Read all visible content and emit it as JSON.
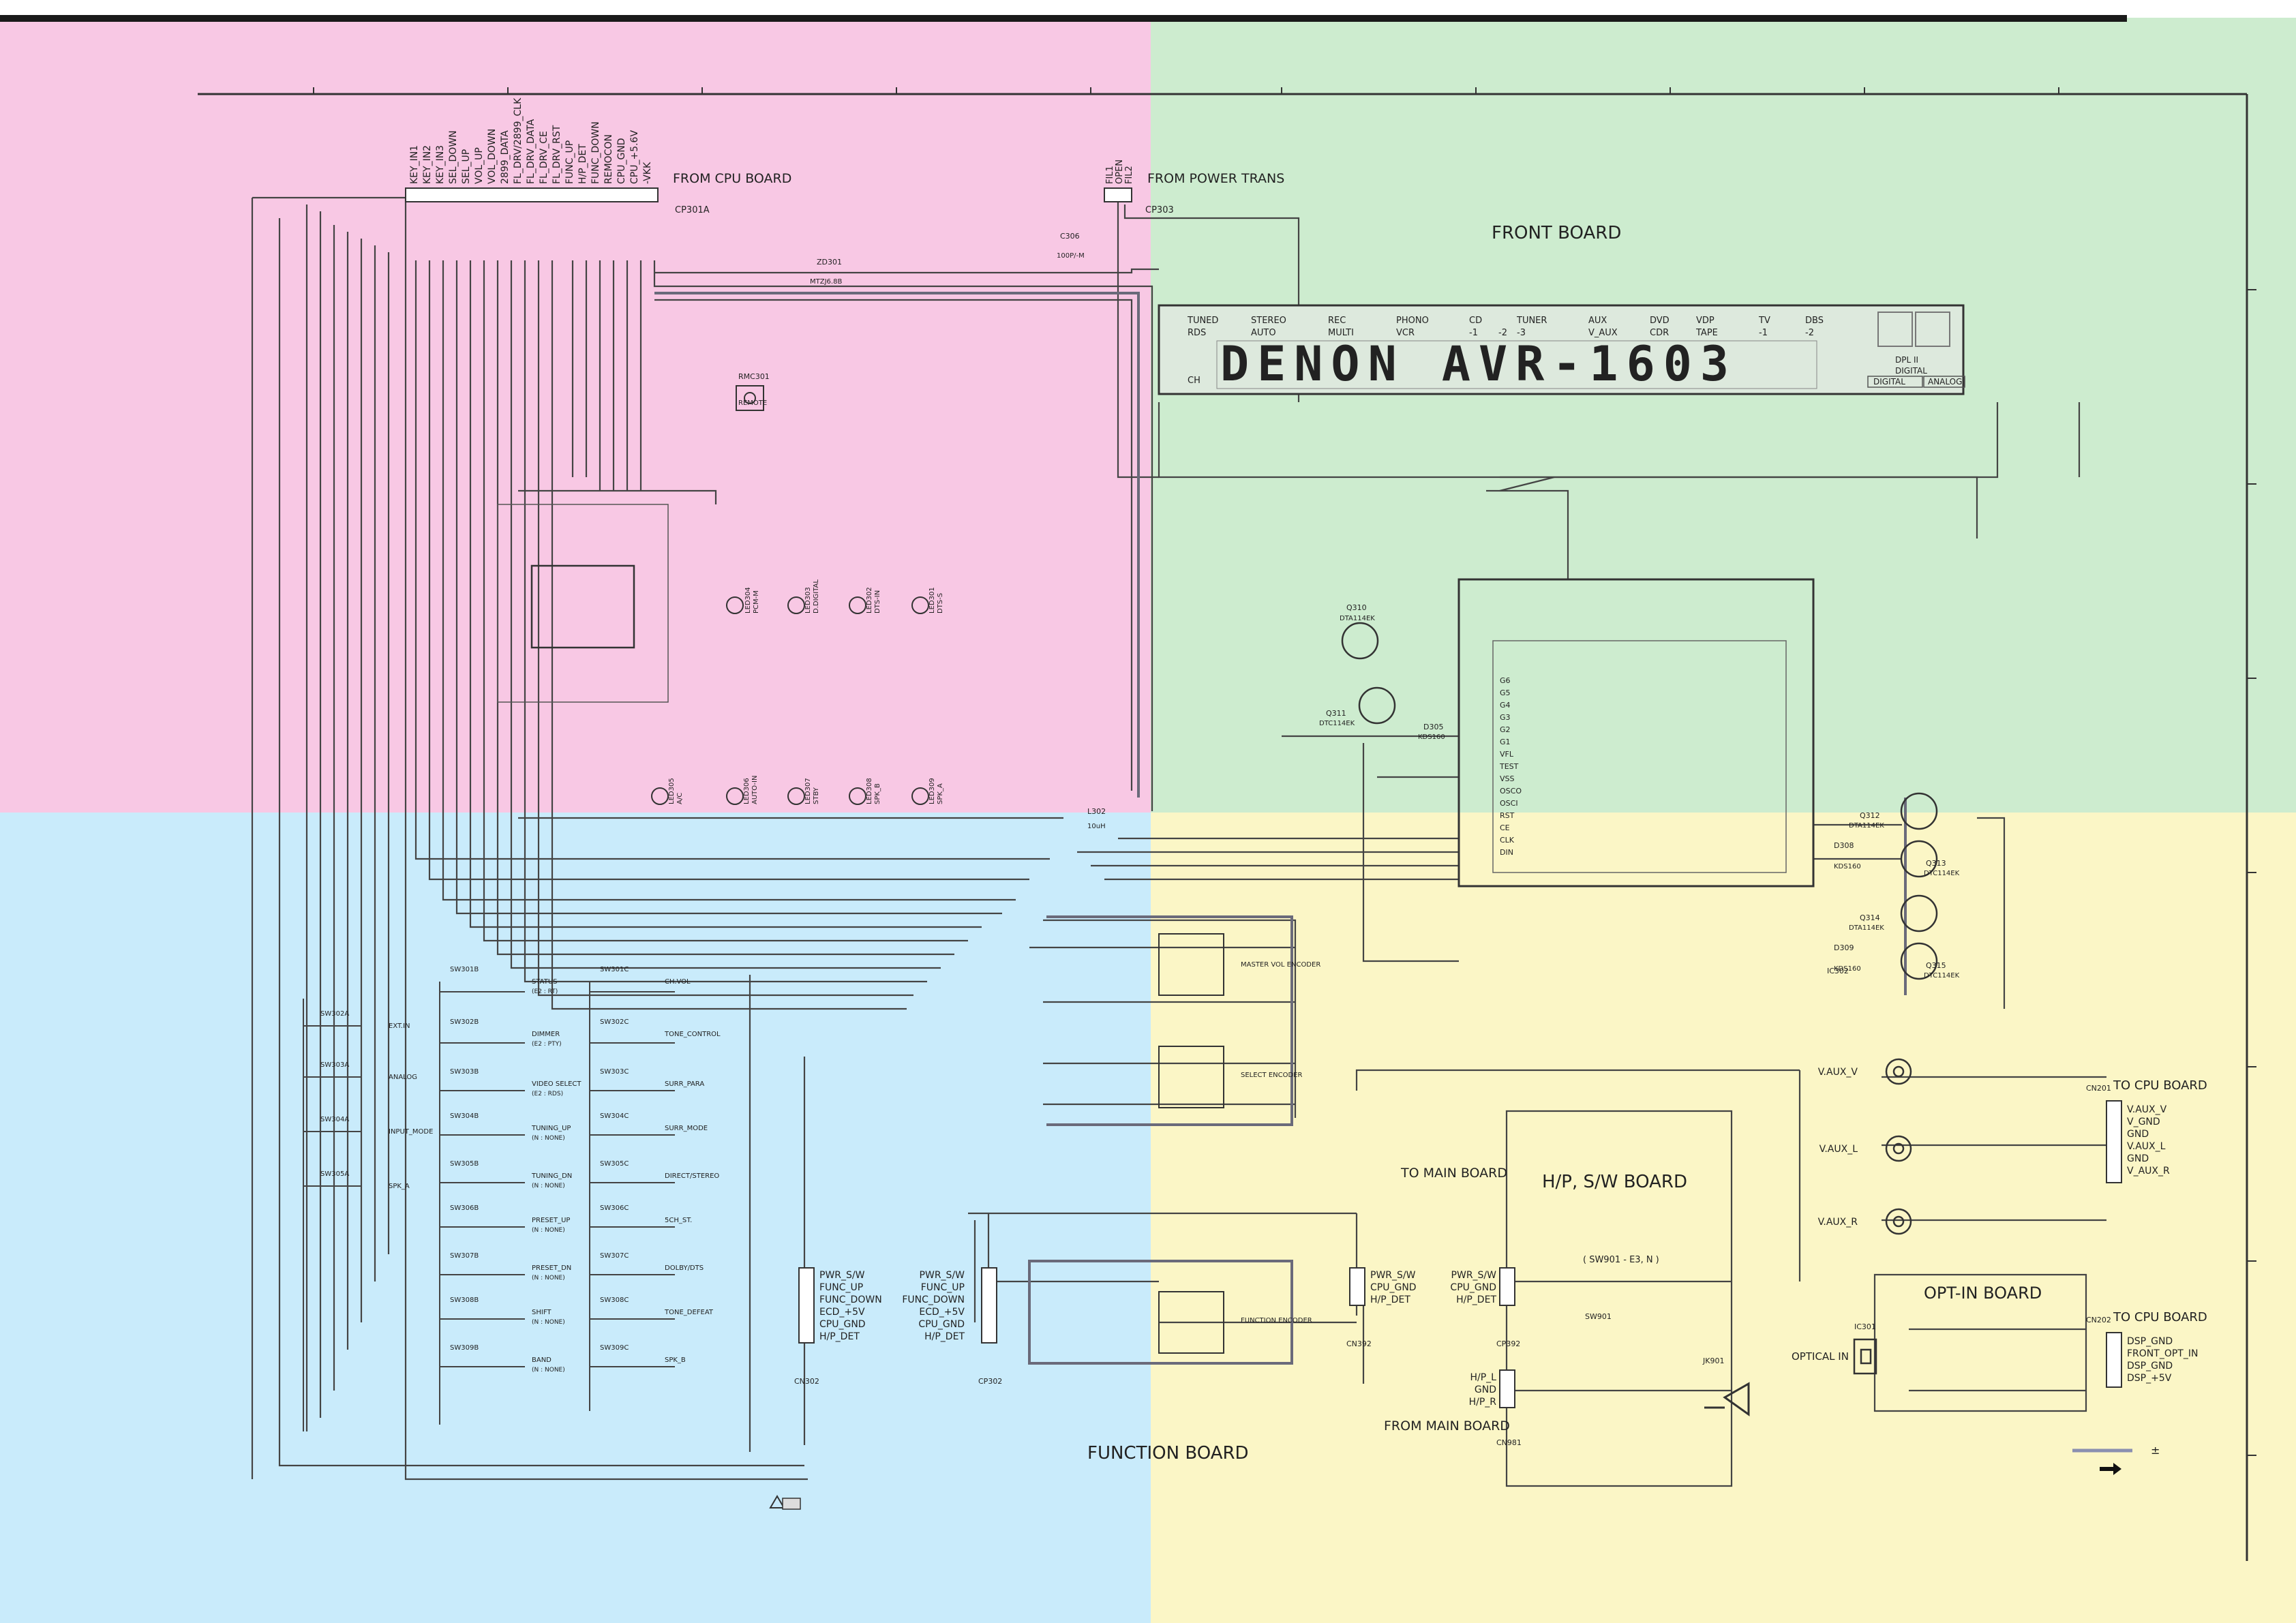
{
  "boards": {
    "front": "FRONT BOARD",
    "function": "FUNCTION BOARD",
    "hp_sw": "H/P, S/W BOARD",
    "opt_in": "OPT-IN BOARD"
  },
  "connections": {
    "from_cpu_board": "FROM CPU BOARD",
    "from_power_trans": "FROM POWER TRANS",
    "to_main_board": "TO MAIN BOARD",
    "from_main_board": "FROM MAIN BOARD",
    "to_cpu_board_1": "TO CPU BOARD",
    "to_cpu_board_2": "TO CPU BOARD",
    "optical_in": "OPTICAL IN",
    "sw901_note": "( SW901 - E3, N )"
  },
  "cp301_pins": [
    "KEY_IN1",
    "KEY_IN2",
    "KEY_IN3",
    "SEL_DOWN",
    "SEL_UP",
    "VOL_UP",
    "VOL_DOWN",
    "2899_DATA",
    "FL_DRV/2899_CLK",
    "FL_DRV_DATA",
    "FL_DRV_CE",
    "FL_DRV_RST",
    "FUNC_UP",
    "H/P_DET",
    "FUNC_DOWN",
    "REMOCON",
    "CPU_GND",
    "CPU_+5.6V",
    "-VKK"
  ],
  "cp303_pins": [
    "FIL1",
    "OPEN",
    "FIL2"
  ],
  "display": {
    "main_text": "DENON AVR-1603",
    "ch_label": "CH",
    "indicators": [
      {
        "top": "TUNED",
        "bottom": "RDS"
      },
      {
        "top": "STEREO",
        "bottom": "AUTO"
      },
      {
        "top": "REC",
        "bottom": "MULTI"
      },
      {
        "top": "PHONO",
        "bottom": "VCR"
      },
      {
        "top": "CD",
        "bottom": "-1"
      },
      {
        "top": "",
        "bottom": "-2"
      },
      {
        "top": "TUNER",
        "bottom": "-3"
      },
      {
        "top": "AUX",
        "bottom": "V_AUX"
      },
      {
        "top": "DVD",
        "bottom": "CDR"
      },
      {
        "top": "VDP",
        "bottom": "TAPE"
      },
      {
        "top": "TV",
        "bottom": "-1"
      },
      {
        "top": "DBS",
        "bottom": "-2"
      }
    ],
    "right_labels": [
      "DPL II",
      "DIGITAL",
      "DIGITAL",
      "ANALOG"
    ]
  },
  "leds": [
    {
      "ref": "LED304",
      "desc": "PCM-M"
    },
    {
      "ref": "LED303",
      "desc": "D.DIGITAL"
    },
    {
      "ref": "LED302",
      "desc": "DTS-IN"
    },
    {
      "ref": "LED301",
      "desc": "DTS-S"
    },
    {
      "ref": "LED305",
      "desc": "A/C"
    },
    {
      "ref": "LED306",
      "desc": "AUTO-IN"
    },
    {
      "ref": "LED307",
      "desc": "STBY"
    },
    {
      "ref": "LED308",
      "desc": "SPK_B"
    },
    {
      "ref": "LED309",
      "desc": "SPK_A"
    }
  ],
  "switches": [
    {
      "ref": "SW302A",
      "label": "EXT.IN"
    },
    {
      "ref": "SW303A",
      "label": "ANALOG"
    },
    {
      "ref": "SW304A",
      "label": "INPUT_MODE"
    },
    {
      "ref": "SW305A",
      "label": "SPK_A"
    },
    {
      "ref": "SW301B",
      "label": "STATUS",
      "sub": "(E2 : RT)"
    },
    {
      "ref": "SW302B",
      "label": "DIMMER",
      "sub": "(E2 : PTY)"
    },
    {
      "ref": "SW303B",
      "label": "VIDEO SELECT",
      "sub": "(E2 : RDS)"
    },
    {
      "ref": "SW304B",
      "label": "TUNING_UP",
      "sub": "(N : NONE)"
    },
    {
      "ref": "SW305B",
      "label": "TUNING_DN",
      "sub": "(N : NONE)"
    },
    {
      "ref": "SW306B",
      "label": "PRESET_UP",
      "sub": "(N : NONE)"
    },
    {
      "ref": "SW307B",
      "label": "PRESET_DN",
      "sub": "(N : NONE)"
    },
    {
      "ref": "SW308B",
      "label": "SHIFT",
      "sub": "(N : NONE)"
    },
    {
      "ref": "SW309B",
      "label": "BAND",
      "sub": "(N : NONE)"
    },
    {
      "ref": "SW301C",
      "label": "CH.VOL"
    },
    {
      "ref": "SW302C",
      "label": "TONE_CONTROL"
    },
    {
      "ref": "SW303C",
      "label": "SURR_PARA"
    },
    {
      "ref": "SW304C",
      "label": "SURR_MODE"
    },
    {
      "ref": "SW305C",
      "label": "DIRECT/STEREO"
    },
    {
      "ref": "SW306C",
      "label": "5CH_ST."
    },
    {
      "ref": "SW307C",
      "label": "DOLBY/DTS"
    },
    {
      "ref": "SW308C",
      "label": "TONE_DEFEAT"
    },
    {
      "ref": "SW309C",
      "label": "SPK_B"
    }
  ],
  "encoders": [
    "MASTER VOL ENCODER",
    "SELECT ENCODER",
    "FUNCTION ENCODER"
  ],
  "function_pins": [
    "PWR_S/W",
    "FUNC_UP",
    "FUNC_DOWN",
    "ECD_+5V",
    "CPU_GND",
    "H/P_DET"
  ],
  "function_right_pins": [
    "PWR_S/W",
    "CPU_GND",
    "H/P_DET"
  ],
  "hp_left_pins": [
    "PWR_S/W",
    "CPU_GND",
    "H/P_DET"
  ],
  "hp_lower_pins": [
    "H/P_L",
    "GND",
    "H/P_R"
  ],
  "vaux_inputs": [
    "V.AUX_V",
    "V.AUX_L",
    "V.AUX_R"
  ],
  "cn201_pins": [
    "V.AUX_V",
    "V_GND",
    "GND",
    "V.AUX_L",
    "GND",
    "V_AUX_R"
  ],
  "cn202_pins": [
    "DSP_GND",
    "FRONT_OPT_IN",
    "DSP_GND",
    "DSP_+5V"
  ],
  "refs": {
    "cp301": "CP301A",
    "cp303": "CP303",
    "c306": "C306",
    "c306v": "100P/-M",
    "zd301": "ZD301",
    "zd301v": "MTZJ6.8B",
    "rmc": "RMC301",
    "rmc_sub": "REMOTE",
    "ic302": "IC302",
    "q310": "Q310",
    "q310v": "DTA114EK",
    "q311": "Q311",
    "q311v": "DTC114EK",
    "d305": "D305",
    "d305v": "KDS160",
    "cn302": "CN302",
    "cp302": "CP302",
    "cn392": "CN392",
    "cp392": "CP392",
    "cn981": "CN981",
    "jk901": "JK901",
    "sw901": "SW901",
    "ic301": "IC301",
    "cn201": "CN201",
    "cn202": "CN202",
    "l302": "L302",
    "l302v": "10uH",
    "q312": "Q312",
    "q312v": "DTA114EK",
    "q313": "Q313",
    "q313v": "DTC114EK",
    "q314": "Q314",
    "q314v": "DTA114EK",
    "q315": "Q315",
    "q315v": "DTC114EK",
    "d308": "D308",
    "d308v": "KDS160",
    "d309": "D309",
    "d309v": "KDS160",
    "legend": "±"
  },
  "ic_left_pins": [
    "G6",
    "G5",
    "G4",
    "G3",
    "G2",
    "G1",
    "VFL",
    "TEST",
    "VSS",
    "OSCO",
    "OSCI",
    "RST",
    "CE",
    "CLK",
    "DIN"
  ]
}
